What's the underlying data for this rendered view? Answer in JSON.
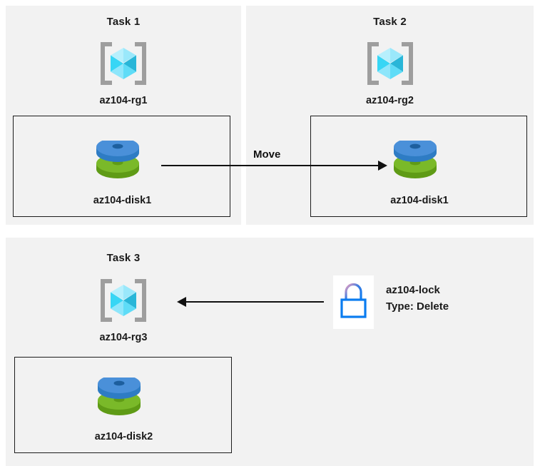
{
  "diagram": {
    "background": "#ffffff",
    "panel_bg": "#f2f2f2",
    "line_color": "#111111",
    "text_color": "#1a1a1a"
  },
  "tasks": [
    {
      "title": "Task 1",
      "resource_group": "az104-rg1",
      "rg_icon": "resource-group-cube-icon",
      "resource": {
        "label": "az104-disk1",
        "icon": "managed-disk-icon"
      }
    },
    {
      "title": "Task 2",
      "resource_group": "az104-rg2",
      "rg_icon": "resource-group-cube-icon",
      "resource": {
        "label": "az104-disk1",
        "icon": "managed-disk-icon"
      }
    },
    {
      "title": "Task 3",
      "resource_group": "az104-rg3",
      "rg_icon": "resource-group-cube-icon",
      "resource": {
        "label": "az104-disk2",
        "icon": "managed-disk-icon"
      }
    }
  ],
  "connectors": {
    "move": {
      "label": "Move",
      "direction": "right"
    },
    "lock_apply": {
      "label": "",
      "direction": "left"
    }
  },
  "lock": {
    "icon": "padlock-icon",
    "name": "az104-lock",
    "type_line": "Type: Delete"
  },
  "colors": {
    "cube_light": "#9ae8fb",
    "cube_mid": "#37d6f5",
    "cube_dark": "#29b6d8",
    "bracket_gray": "#9e9e9e",
    "disk_blue_top": "#4a90d9",
    "disk_blue_side": "#2e7cc4",
    "disk_green_top": "#7ab929",
    "disk_green_side": "#5f9b16",
    "lock_blue": "#1f7fe0",
    "lock_pink": "#f2a0c0"
  }
}
